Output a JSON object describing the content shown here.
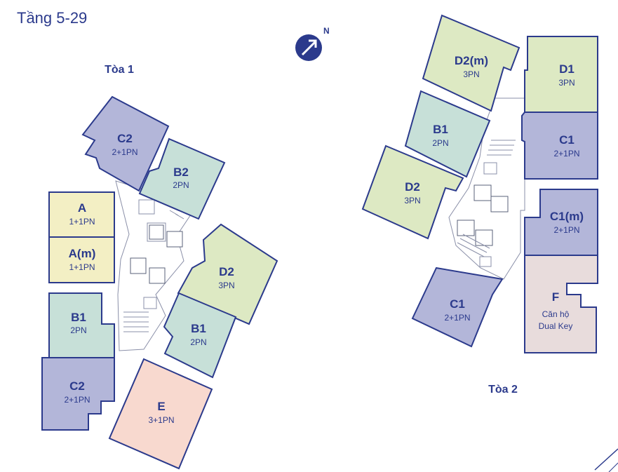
{
  "floor_title": "Tầng 5-29",
  "compass": {
    "label": "N",
    "icon": "north-arrow-icon"
  },
  "towers": [
    {
      "name": "Tòa 1",
      "units": [
        {
          "code": "C2",
          "type": "2+1PN",
          "color": "#b3b6d9"
        },
        {
          "code": "B2",
          "type": "2PN",
          "color": "#c7e0d8"
        },
        {
          "code": "A",
          "type": "1+1PN",
          "color": "#f3efc4"
        },
        {
          "code": "A(m)",
          "type": "1+1PN",
          "color": "#f3efc4"
        },
        {
          "code": "D2",
          "type": "3PN",
          "color": "#dde9c3"
        },
        {
          "code": "B1",
          "type": "2PN",
          "color": "#c7e0d8"
        },
        {
          "code": "B1",
          "type": "2PN",
          "color": "#c7e0d8"
        },
        {
          "code": "C2",
          "type": "2+1PN",
          "color": "#b3b6d9"
        },
        {
          "code": "E",
          "type": "3+1PN",
          "color": "#f8d9cf"
        }
      ]
    },
    {
      "name": "Tòa 2",
      "units": [
        {
          "code": "D2(m)",
          "type": "3PN",
          "color": "#dde9c3"
        },
        {
          "code": "D1",
          "type": "3PN",
          "color": "#dde9c3"
        },
        {
          "code": "B1",
          "type": "2PN",
          "color": "#c7e0d8"
        },
        {
          "code": "C1",
          "type": "2+1PN",
          "color": "#b3b6d9"
        },
        {
          "code": "D2",
          "type": "3PN",
          "color": "#dde9c3"
        },
        {
          "code": "C1(m)",
          "type": "2+1PN",
          "color": "#b3b6d9"
        },
        {
          "code": "C1",
          "type": "2+1PN",
          "color": "#b3b6d9"
        },
        {
          "code": "F",
          "type": "Căn hộ",
          "type_line2": "Dual Key",
          "color": "#e8dcdc"
        }
      ]
    }
  ],
  "colors": {
    "outline": "#2b3a8c",
    "text": "#2b3a8c"
  }
}
